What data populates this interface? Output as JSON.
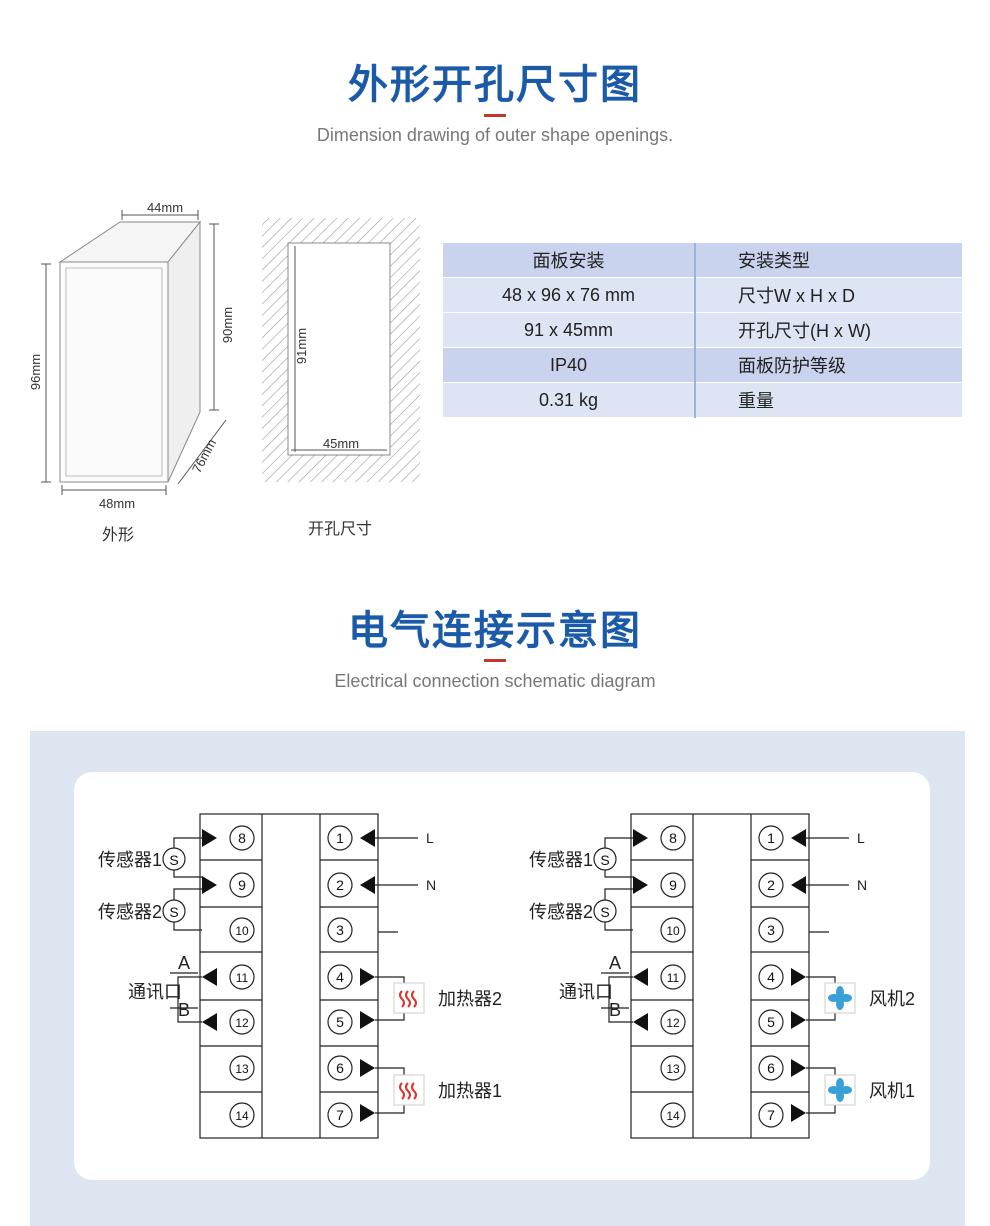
{
  "section1": {
    "title": "外形开孔尺寸图",
    "subtitle": "Dimension drawing of outer shape openings."
  },
  "outline_drawing": {
    "dim_width": "44mm",
    "dim_height_back": "90mm",
    "dim_height_front": "96mm",
    "dim_depth": "76mm",
    "dim_front_width": "48mm",
    "caption": "外形"
  },
  "cutout_drawing": {
    "dim_height": "91mm",
    "dim_width": "45mm",
    "caption": "开孔尺寸"
  },
  "spec_table": {
    "rows": [
      {
        "value": "面板安装",
        "label": "安装类型"
      },
      {
        "value": "48 x 96 x 76 mm",
        "label": "尺寸W x H x D"
      },
      {
        "value": "91 x 45mm",
        "label": "开孔尺寸(H x W)"
      },
      {
        "value": "IP40",
        "label": "面板防护等级"
      },
      {
        "value": "0.31 kg",
        "label": "重量"
      }
    ]
  },
  "section2": {
    "title": "电气连接示意图",
    "subtitle": "Electrical connection schematic diagram"
  },
  "wiring": {
    "left_terminals": [
      "8",
      "9",
      "10",
      "11",
      "12",
      "13",
      "14"
    ],
    "right_terminals": [
      "1",
      "2",
      "3",
      "4",
      "5",
      "6",
      "7"
    ],
    "sensor_symbol": "S",
    "sensor1": "传感器1",
    "sensor2": "传感器2",
    "comm_port": "通讯口",
    "comm_a": "A",
    "comm_b": "B",
    "line_l": "L",
    "line_n": "N",
    "diagram1": {
      "load2": "加热器2",
      "load1": "加热器1",
      "load_icon": "heater-icon"
    },
    "diagram2": {
      "load2": "风机2",
      "load1": "风机1",
      "load_icon": "fan-icon"
    }
  },
  "colors": {
    "title_blue": "#1a5aa8",
    "accent_red": "#c0392b",
    "heater_red": "#e0302a",
    "fan_blue": "#3aa0d8",
    "panel_bg": "#dde6f0"
  }
}
